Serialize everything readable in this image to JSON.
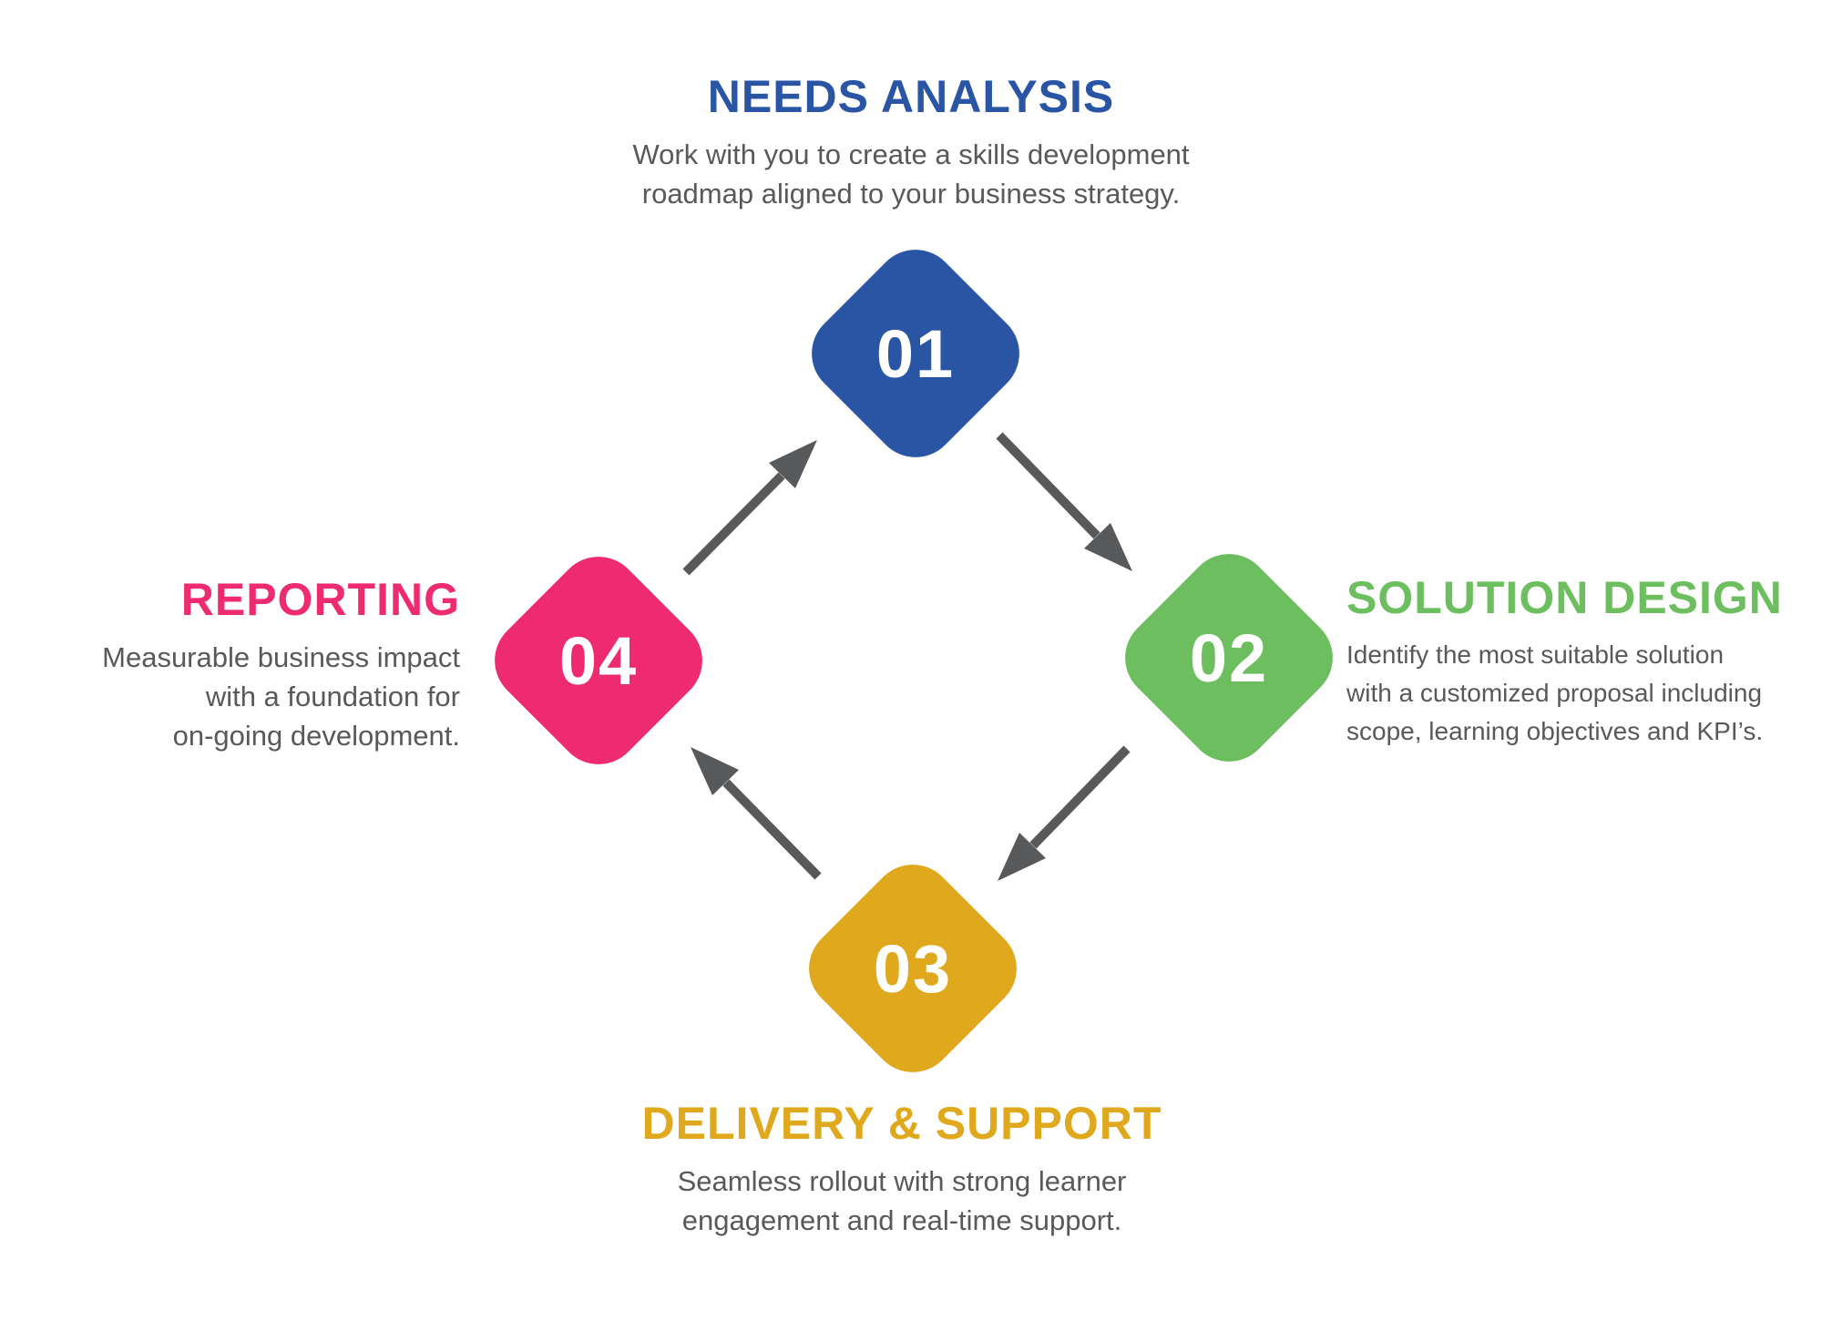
{
  "colors": {
    "blue": "#2A54A4",
    "green": "#6CBE5E",
    "gold": "#E0A81C",
    "pink": "#EE2A70",
    "gray": "#58595B",
    "arrow": "#58595B"
  },
  "steps": [
    {
      "number": "01",
      "title": "NEEDS ANALYSIS",
      "lines": [
        "Work with you to create a skills development",
        "roadmap aligned to your business strategy."
      ]
    },
    {
      "number": "02",
      "title": "SOLUTION DESIGN",
      "lines": [
        "Identify the most suitable  solution",
        "with a customized  proposal including",
        "scope, learning objectives and KPI’s."
      ]
    },
    {
      "number": "03",
      "title": "DELIVERY & SUPPORT",
      "lines": [
        "Seamless rollout with strong learner",
        "engagement and real-time support."
      ]
    },
    {
      "number": "04",
      "title": "REPORTING",
      "lines": [
        "Measurable business impact",
        "with a foundation for",
        "on-going development."
      ]
    }
  ]
}
